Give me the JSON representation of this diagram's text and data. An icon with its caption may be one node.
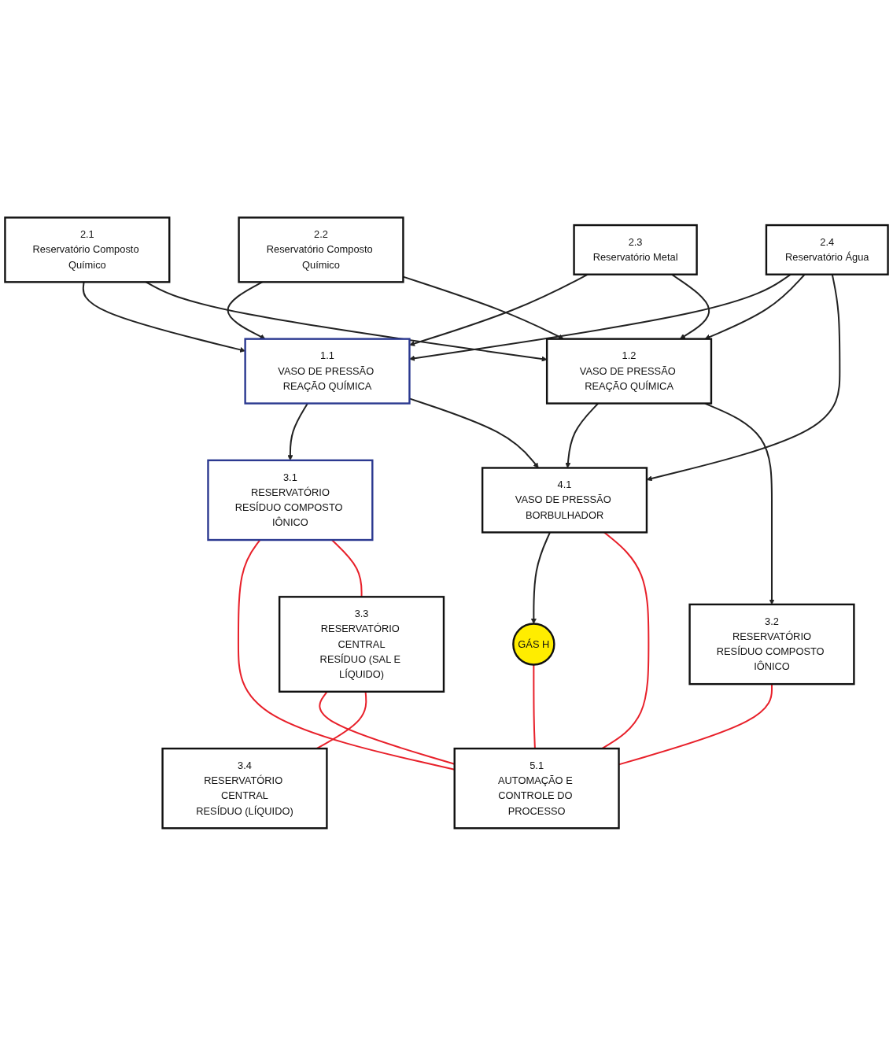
{
  "diagram": {
    "nodes": [
      {
        "text": [
          "3.1",
          "RESERVATÓRIO",
          "RESÍDUO COMPOSTO IÔNICO"
        ]
      },
      {
        "text": [
          "1.1",
          "VASO DE PRESSÃO REAÇÃO QUÍMICA"
        ]
      },
      {
        "text": [
          "3.3",
          "RESERVATÓRIO CENTRAL",
          "RESÍDUO (SAL E LÍQUIDO)"
        ]
      },
      {
        "text": [
          "2.1",
          "Reservatório Composto Químico"
        ]
      },
      {
        "text": [
          "2.4",
          "Reservatório Água"
        ]
      },
      {
        "text": [
          "2.2",
          "Reservatório Composto Químico"
        ]
      },
      {
        "text": [
          "2.3",
          "Reservatório Metal"
        ]
      },
      {
        "text": [
          "5.1",
          "AUTOMAÇÃO E CONTROLE DO PROCESSO"
        ]
      },
      {
        "text": [
          "3.4",
          "RESERVATÓRIO CENTRAL",
          "RESÍDUO (LÍQUIDO)"
        ]
      },
      {
        "text": [
          "1.2",
          "VASO DE PRESSÃO REAÇÃO QUÍMICA"
        ]
      },
      {
        "text": [
          "4.1",
          "VASO DE PRESSÃO BORBULHADOR"
        ]
      },
      {
        "text": [
          "GÁS H"
        ]
      },
      {
        "text": [
          "3.2",
          "RESERVATÓRIO",
          "RESÍDUO COMPOSTO IÔNICO"
        ]
      }
    ],
    "edges": [
      {
        "from": 1,
        "to": 0,
        "arrow": "to"
      },
      {
        "from": 3,
        "to": 1,
        "arrow": "to"
      },
      {
        "from": 5,
        "to": 1,
        "arrow": "to"
      },
      {
        "from": 6,
        "to": 1,
        "arrow": "to"
      },
      {
        "from": 4,
        "to": 1,
        "arrow": "to"
      },
      {
        "from": 3,
        "to": 9,
        "arrow": "to"
      },
      {
        "from": 5,
        "to": 9,
        "arrow": "to"
      },
      {
        "from": 6,
        "to": 9,
        "arrow": "to"
      },
      {
        "from": 4,
        "to": 9,
        "arrow": "to"
      },
      {
        "from": 1,
        "to": 10,
        "arrow": "to"
      },
      {
        "from": 4,
        "to": 10,
        "arrow": "to"
      },
      {
        "from": 9,
        "to": 10,
        "arrow": "to"
      },
      {
        "from": 10,
        "to": 11,
        "arrow": "to"
      },
      {
        "from": 9,
        "to": 12,
        "arrow": "to"
      },
      {
        "from": 2,
        "to": 7,
        "arrow": "none",
        "color": "#e8202a"
      },
      {
        "from": 12,
        "to": 7,
        "arrow": "none",
        "color": "#e8202a"
      },
      {
        "from": 0,
        "to": 7,
        "arrow": "none",
        "color": "#e8202a"
      },
      {
        "from": 0,
        "to": 2,
        "arrow": "none",
        "color": "#e8202a"
      },
      {
        "from": 2,
        "to": 8,
        "arrow": "none",
        "color": "#e8202a"
      },
      {
        "from": 10,
        "to": 7,
        "arrow": "none",
        "color": "#e8202a"
      },
      {
        "from": 11,
        "to": 7,
        "arrow": "none",
        "color": "#e8202a"
      }
    ]
  }
}
